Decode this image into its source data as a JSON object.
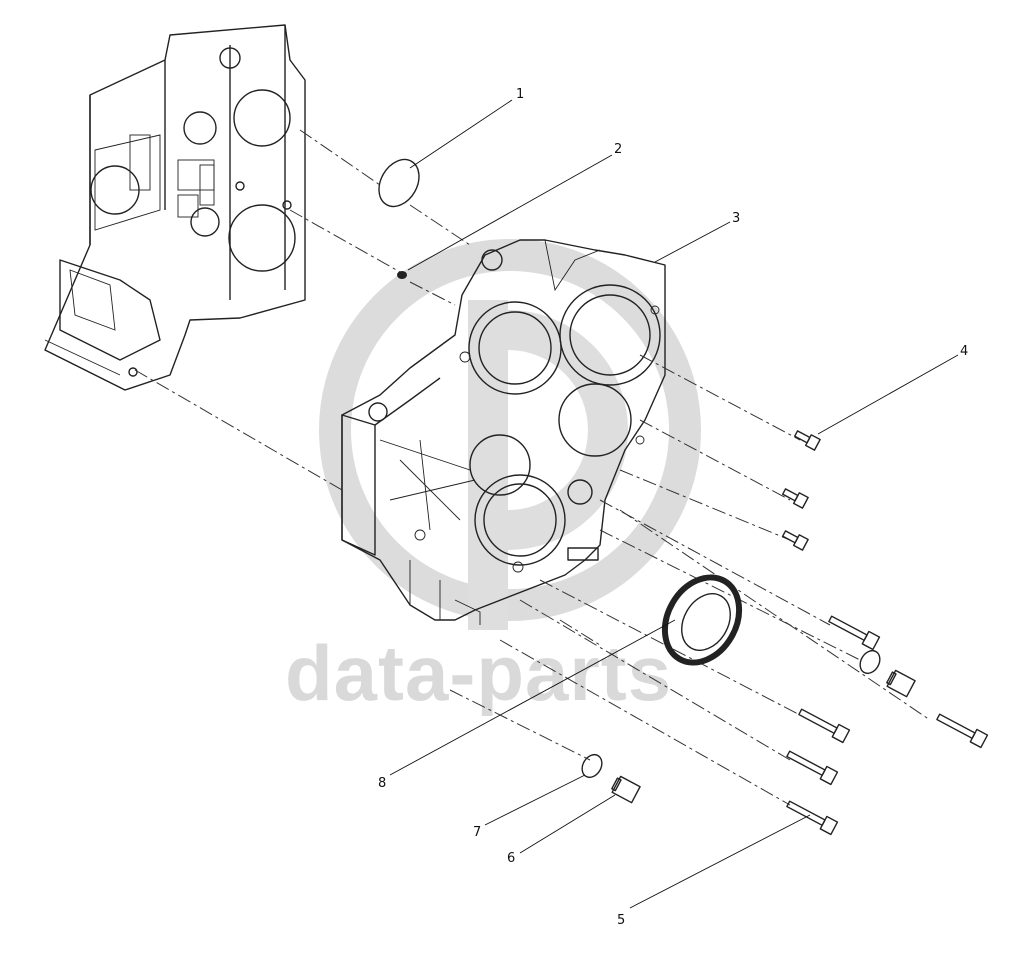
{
  "watermark": {
    "text": "data-parts",
    "color": "#d9d9d9"
  },
  "callouts": [
    {
      "id": "1",
      "label": "1"
    },
    {
      "id": "2",
      "label": "2"
    },
    {
      "id": "3",
      "label": "3"
    },
    {
      "id": "4",
      "label": "4"
    },
    {
      "id": "5",
      "label": "5"
    },
    {
      "id": "6",
      "label": "6"
    },
    {
      "id": "7",
      "label": "7"
    },
    {
      "id": "8",
      "label": "8"
    }
  ],
  "parts": [
    {
      "callout": "1",
      "icon": "o-ring-icon"
    },
    {
      "callout": "2",
      "icon": "dowel-pin-icon"
    },
    {
      "callout": "3",
      "icon": "gear-housing-icon"
    },
    {
      "callout": "4",
      "icon": "short-bolt-icon"
    },
    {
      "callout": "5",
      "icon": "long-bolt-icon"
    },
    {
      "callout": "6",
      "icon": "plug-icon"
    },
    {
      "callout": "7",
      "icon": "sealing-ring-icon"
    },
    {
      "callout": "8",
      "icon": "crankshaft-seal-icon"
    }
  ]
}
